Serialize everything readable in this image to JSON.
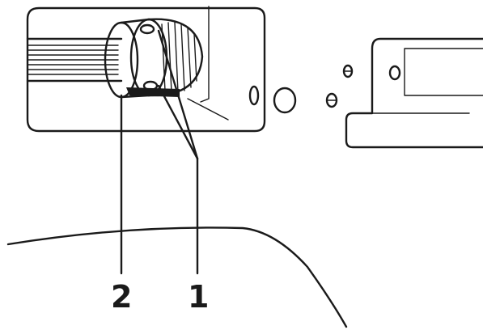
{
  "diagram": {
    "callouts": [
      {
        "id": "1",
        "label": "1"
      },
      {
        "id": "2",
        "label": "2"
      }
    ],
    "colors": {
      "ink": "#1a1a1a",
      "background": "#ffffff"
    }
  }
}
